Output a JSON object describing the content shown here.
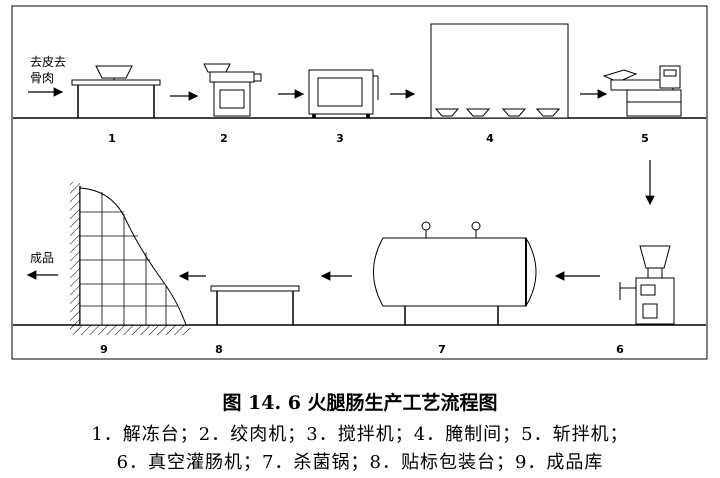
{
  "diagram": {
    "input_label_line1": "去皮去",
    "input_label_line2": "骨肉",
    "output_label": "成品",
    "step_numbers": [
      "1",
      "2",
      "3",
      "4",
      "5",
      "6",
      "7",
      "8",
      "9"
    ]
  },
  "caption": {
    "title": "图 14. 6 火腿肠生产工艺流程图",
    "legend_line1": "1．解冻台；2．绞肉机；3．搅拌机；4．腌制间；5．斩拌机；",
    "legend_line2": "6．真空灌肠机；7．杀菌锅；8．贴标包装台；9．成品库"
  }
}
